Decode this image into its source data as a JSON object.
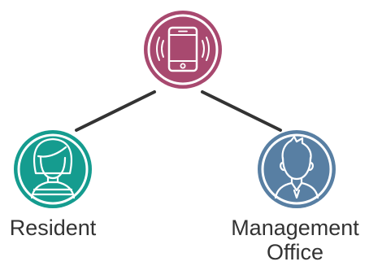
{
  "nodes": {
    "phone": {
      "icon": "smartphone-icon",
      "color": "#a8496f"
    },
    "resident": {
      "label": "Resident",
      "icon": "woman-avatar-icon",
      "color": "#159c8f"
    },
    "management": {
      "label_line1": "Management",
      "label_line2": "Office",
      "icon": "man-avatar-icon",
      "color": "#587fa3"
    }
  },
  "connector_color": "#333333"
}
